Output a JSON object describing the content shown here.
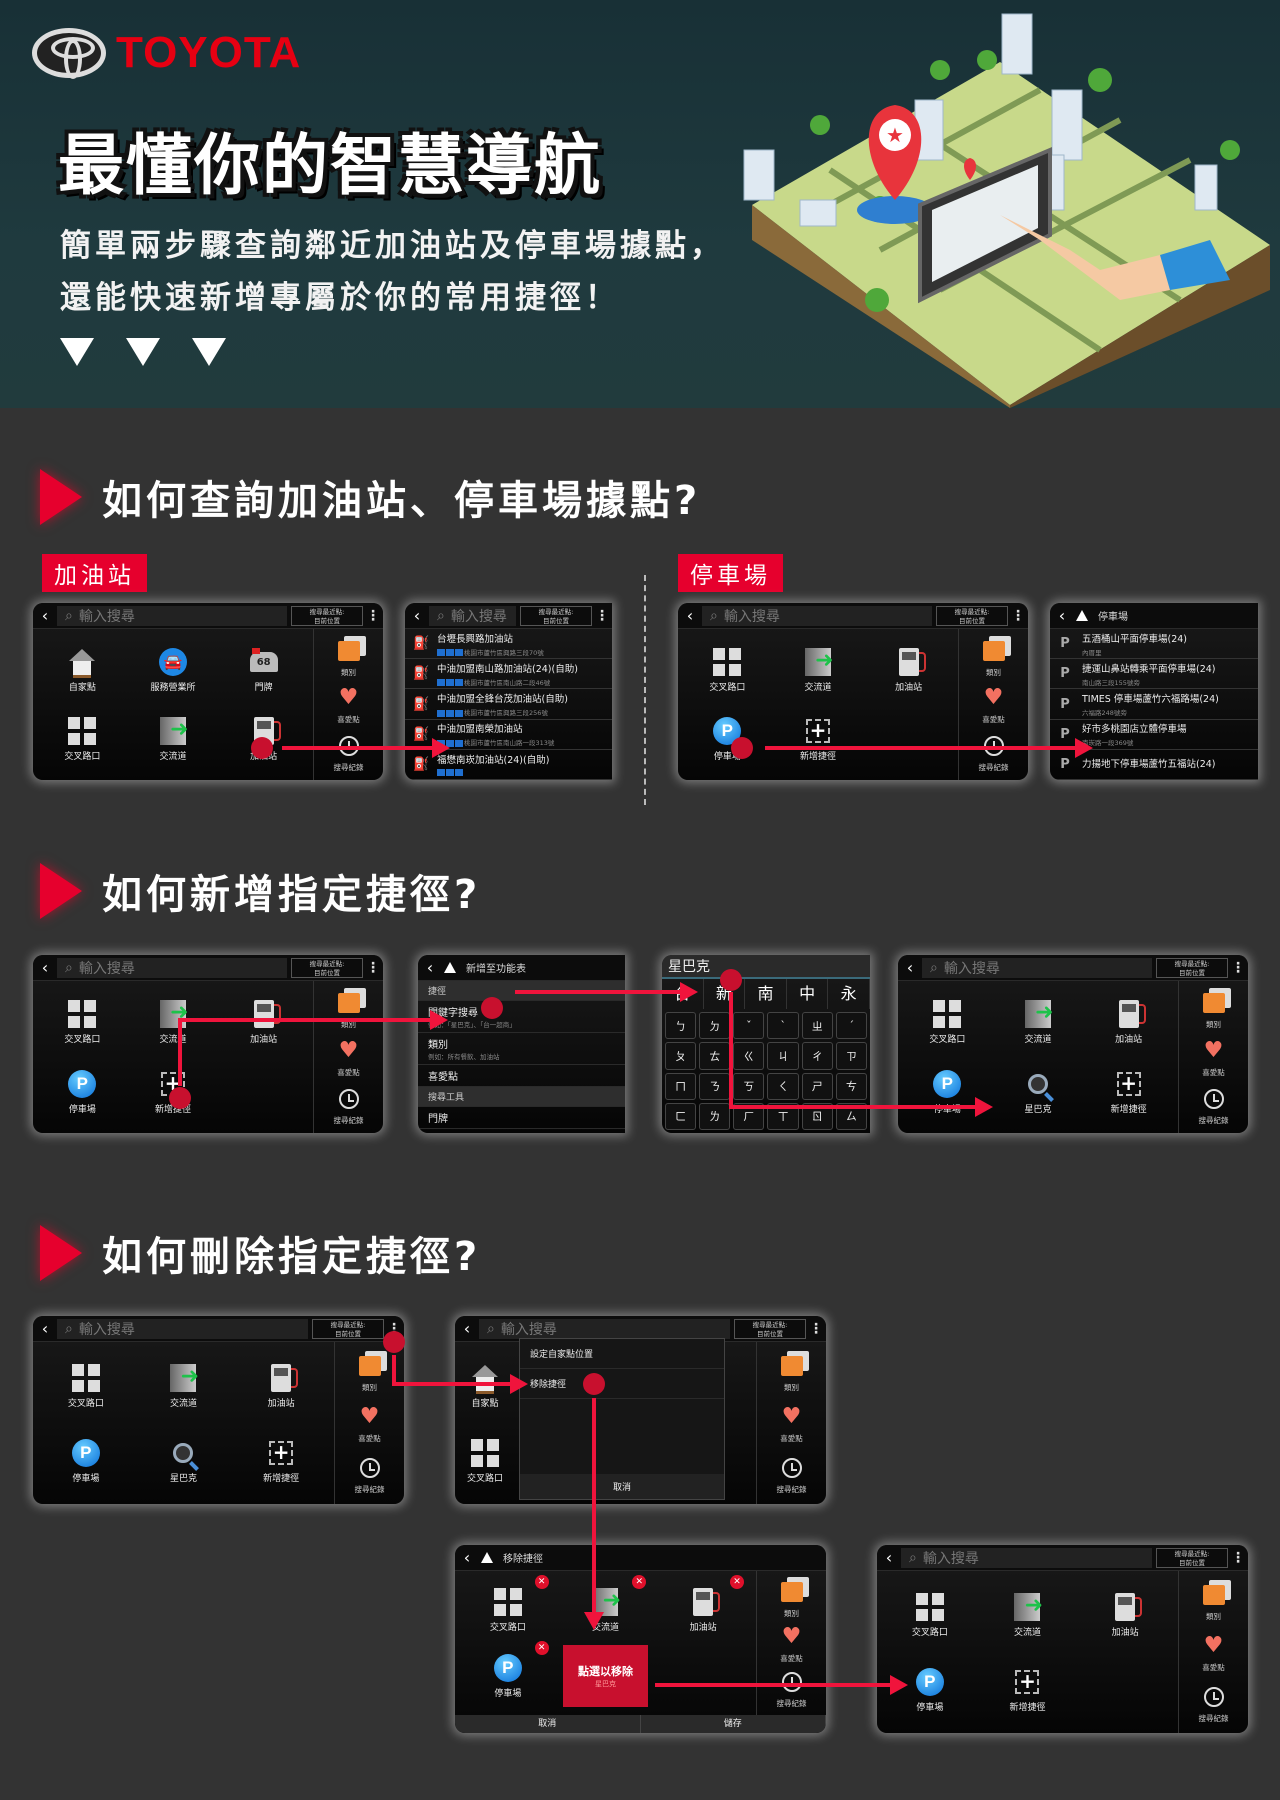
{
  "brand": {
    "name": "TOYOTA",
    "accent": "#e60012"
  },
  "hero": {
    "title": "最懂你的智慧導航",
    "subtitle_line1": "簡單兩步驟查詢鄰近加油站及停車場據點，",
    "subtitle_line2": "還能快速新增專屬於你的常用捷徑！"
  },
  "common": {
    "search_placeholder": "輸入搜尋",
    "near_line1": "搜尋最近點:",
    "near_line2": "目前位置",
    "side": [
      "類別",
      "喜愛點",
      "搜尋紀錄"
    ]
  },
  "sections": [
    {
      "title": "如何查詢加油站、停車場據點?",
      "tags": [
        "加油站",
        "停車場"
      ]
    },
    {
      "title": "如何新增指定捷徑?"
    },
    {
      "title": "如何刪除指定捷徑?"
    }
  ],
  "screens": {
    "s1a": {
      "items": [
        {
          "label": "自家點",
          "icon": "home"
        },
        {
          "label": "服務營業所",
          "icon": "service"
        },
        {
          "label": "門牌",
          "icon": "mailbox",
          "num": "68"
        },
        {
          "label": "交叉路口",
          "icon": "cross"
        },
        {
          "label": "交流道",
          "icon": "interchange"
        },
        {
          "label": "加油站",
          "icon": "gas"
        }
      ]
    },
    "s1b": {
      "items": [
        {
          "title": "台壢長興路加油站",
          "sub": "桃園市蘆竹區興路三段70號"
        },
        {
          "title": "中油加盟南山路加油站(24)(自助)",
          "sub": "桃園市蘆竹區南山路二段46號"
        },
        {
          "title": "中油加盟全鋒台茂加油站(自助)",
          "sub": "桃園市蘆竹區興路三段256號"
        },
        {
          "title": "中油加盟南榮加油站",
          "sub": "桃園市蘆竹區南山路一段313號"
        },
        {
          "title": "福懋南崁加油站(24)(自助)",
          "sub": ""
        }
      ]
    },
    "s1c": {
      "items": [
        {
          "label": "交叉路口",
          "icon": "cross"
        },
        {
          "label": "交流道",
          "icon": "interchange"
        },
        {
          "label": "加油站",
          "icon": "gas"
        },
        {
          "label": "停車場",
          "icon": "parking"
        },
        {
          "label": "新增捷徑",
          "icon": "plus"
        }
      ]
    },
    "s1d": {
      "header": "停車場",
      "items": [
        {
          "title": "五酒桶山平面停車場(24)",
          "sub": "內厝里"
        },
        {
          "title": "捷運山鼻站轉乘平面停車場(24)",
          "sub": "南山路三段155號旁"
        },
        {
          "title": "TIMES 停車場蘆竹六福路場(24)",
          "sub": "六福路248號旁"
        },
        {
          "title": "好市多桃園店立體停車場",
          "sub": "南崁路一段369號"
        },
        {
          "title": "力揚地下停車場蘆竹五福站(24)",
          "sub": ""
        }
      ]
    },
    "s2a": {
      "items": [
        {
          "label": "交叉路口",
          "icon": "cross"
        },
        {
          "label": "交流道",
          "icon": "interchange"
        },
        {
          "label": "加油站",
          "icon": "gas"
        },
        {
          "label": "停車場",
          "icon": "parking"
        },
        {
          "label": "新增捷徑",
          "icon": "plus"
        }
      ]
    },
    "s2b": {
      "header": "新增至功能表",
      "rows": [
        {
          "type": "sec",
          "t": "捷徑"
        },
        {
          "type": "item",
          "t": "關鍵字搜尋",
          "s": "例如：「星巴克」、「台一超商」"
        },
        {
          "type": "item",
          "t": "類別",
          "s": "例如：所有餐飲、加油站"
        },
        {
          "type": "item",
          "t": "喜愛點",
          "s": ""
        },
        {
          "type": "sec",
          "t": "搜尋工具"
        },
        {
          "type": "item",
          "t": "門牌",
          "s": ""
        }
      ]
    },
    "s2c": {
      "input": "星巴克",
      "candidates": [
        "台",
        "新",
        "南",
        "中",
        "永"
      ],
      "keys": [
        "ㄅ",
        "ㄉ",
        "ˇ",
        "ˋ",
        "ㄓ",
        "ˊ",
        "ㄆ",
        "ㄊ",
        "ㄍ",
        "ㄐ",
        "ㄔ",
        "ㄗ",
        "ㄇ",
        "ㄋ",
        "ㄎ",
        "ㄑ",
        "ㄕ",
        "ㄘ",
        "ㄈ",
        "ㄌ",
        "ㄏ",
        "ㄒ",
        "ㄖ",
        "ㄙ"
      ]
    },
    "s2d": {
      "items": [
        {
          "label": "交叉路口",
          "icon": "cross"
        },
        {
          "label": "交流道",
          "icon": "interchange"
        },
        {
          "label": "加油站",
          "icon": "gas"
        },
        {
          "label": "停車場",
          "icon": "parking"
        },
        {
          "label": "星巴克",
          "icon": "search"
        },
        {
          "label": "新增捷徑",
          "icon": "plus"
        }
      ]
    },
    "s3a": {
      "items": [
        {
          "label": "交叉路口",
          "icon": "cross"
        },
        {
          "label": "交流道",
          "icon": "interchange"
        },
        {
          "label": "加油站",
          "icon": "gas"
        },
        {
          "label": "停車場",
          "icon": "parking"
        },
        {
          "label": "星巴克",
          "icon": "search"
        },
        {
          "label": "新增捷徑",
          "icon": "plus"
        }
      ]
    },
    "s3b": {
      "items": [
        {
          "label": "自家點",
          "icon": "home"
        },
        {
          "label": "",
          "icon": "none"
        },
        {
          "label": "",
          "icon": "none"
        },
        {
          "label": "交叉路口",
          "icon": "cross"
        },
        {
          "label": "",
          "icon": "none"
        },
        {
          "label": "",
          "icon": "none"
        }
      ],
      "dialog": [
        "設定自家點位置",
        "移除捷徑"
      ],
      "cancel": "取消"
    },
    "s3c": {
      "header": "移除捷徑",
      "items": [
        {
          "label": "交叉路口",
          "icon": "cross",
          "x": true
        },
        {
          "label": "交流道",
          "icon": "interchange",
          "x": true
        },
        {
          "label": "加油站",
          "icon": "gas",
          "x": true
        },
        {
          "label": "停車場",
          "icon": "parking",
          "x": true
        }
      ],
      "remove_hint": "點選以移除",
      "remove_item": "星巴克",
      "cancel": "取消",
      "save": "儲存"
    },
    "s3d": {
      "items": [
        {
          "label": "交叉路口",
          "icon": "cross"
        },
        {
          "label": "交流道",
          "icon": "interchange"
        },
        {
          "label": "加油站",
          "icon": "gas"
        },
        {
          "label": "停車場",
          "icon": "parking"
        },
        {
          "label": "新增捷徑",
          "icon": "plus"
        }
      ]
    }
  }
}
